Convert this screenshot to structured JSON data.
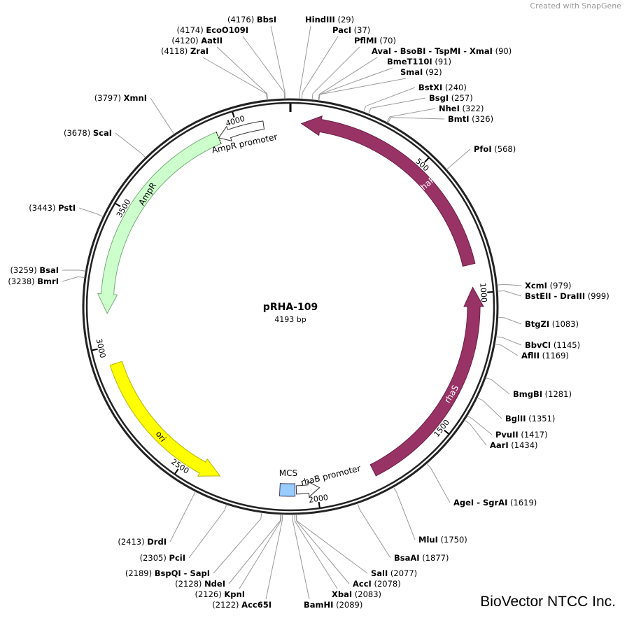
{
  "watermark": "Created with SnapGene",
  "footer": "BioVector NTCC Inc.",
  "plasmid": {
    "name": "pRHA-109",
    "length_label": "4193 bp",
    "length": 4193
  },
  "ticks": [
    500,
    1000,
    1500,
    2000,
    2500,
    3000,
    3500,
    4000
  ],
  "features": [
    {
      "name": "rhaR",
      "start": 40,
      "end": 895,
      "direction": "reverse",
      "color": "#993366",
      "label_color": "#ffffff"
    },
    {
      "name": "rhaS",
      "start": 978,
      "end": 1784,
      "direction": "reverse",
      "color": "#993366",
      "label_color": "#ffffff"
    },
    {
      "name": "AmpR",
      "start": 3120,
      "end": 3925,
      "direction": "reverse",
      "color": "#ccffcc",
      "label_color": "#000000"
    },
    {
      "name": "AmpR promoter",
      "start": 3925,
      "end": 4095,
      "direction": "reverse",
      "color": "#ffffff",
      "label_color": "#000000"
    },
    {
      "name": "ori",
      "start": 2360,
      "end": 2935,
      "direction": "reverse",
      "color": "#ffff00",
      "label_color": "#000000"
    },
    {
      "name": "rhaB promoter",
      "start": 1990,
      "end": 2075,
      "direction": "reverse",
      "color": "#ffffff",
      "label_color": "#000000"
    },
    {
      "name": "MCS",
      "start": 2080,
      "end": 2135,
      "direction": "none",
      "color": "#99ccff",
      "label_color": "#000000"
    }
  ],
  "sites": [
    {
      "name": "BbsI",
      "pos": 4176
    },
    {
      "name": "EcoO109I",
      "pos": 4174
    },
    {
      "name": "AatII",
      "pos": 4120
    },
    {
      "name": "ZraI",
      "pos": 4118
    },
    {
      "name": "XmnI",
      "pos": 3797
    },
    {
      "name": "ScaI",
      "pos": 3678
    },
    {
      "name": "PstI",
      "pos": 3443
    },
    {
      "name": "BsaI",
      "pos": 3259
    },
    {
      "name": "BmrI",
      "pos": 3238
    },
    {
      "name": "DrdI",
      "pos": 2413
    },
    {
      "name": "PciI",
      "pos": 2305
    },
    {
      "name": "BspQI - SapI",
      "pos": 2189
    },
    {
      "name": "NdeI",
      "pos": 2128
    },
    {
      "name": "KpnI",
      "pos": 2126
    },
    {
      "name": "Acc65I",
      "pos": 2122
    },
    {
      "name": "HindIII",
      "pos": 29
    },
    {
      "name": "PacI",
      "pos": 37
    },
    {
      "name": "PflMI",
      "pos": 70
    },
    {
      "name": "AvaI - BsoBI - TspMI - XmaI",
      "pos": 90
    },
    {
      "name": "BmeT110I",
      "pos": 91
    },
    {
      "name": "SmaI",
      "pos": 92
    },
    {
      "name": "BstXI",
      "pos": 240
    },
    {
      "name": "BsgI",
      "pos": 257
    },
    {
      "name": "NheI",
      "pos": 322
    },
    {
      "name": "BmtI",
      "pos": 326
    },
    {
      "name": "PfoI",
      "pos": 568
    },
    {
      "name": "XcmI",
      "pos": 979
    },
    {
      "name": "BstEII - DraIII",
      "pos": 999
    },
    {
      "name": "BtgZI",
      "pos": 1083
    },
    {
      "name": "BbvCI",
      "pos": 1145
    },
    {
      "name": "AflII",
      "pos": 1169
    },
    {
      "name": "BmgBI",
      "pos": 1281
    },
    {
      "name": "BglII",
      "pos": 1351
    },
    {
      "name": "PvuII",
      "pos": 1417
    },
    {
      "name": "AarI",
      "pos": 1434
    },
    {
      "name": "AgeI - SgrAI",
      "pos": 1619
    },
    {
      "name": "MluI",
      "pos": 1750
    },
    {
      "name": "BsaAI",
      "pos": 1877
    },
    {
      "name": "SalI",
      "pos": 2077
    },
    {
      "name": "AccI",
      "pos": 2078
    },
    {
      "name": "XbaI",
      "pos": 2083
    },
    {
      "name": "BamHI",
      "pos": 2089
    }
  ]
}
